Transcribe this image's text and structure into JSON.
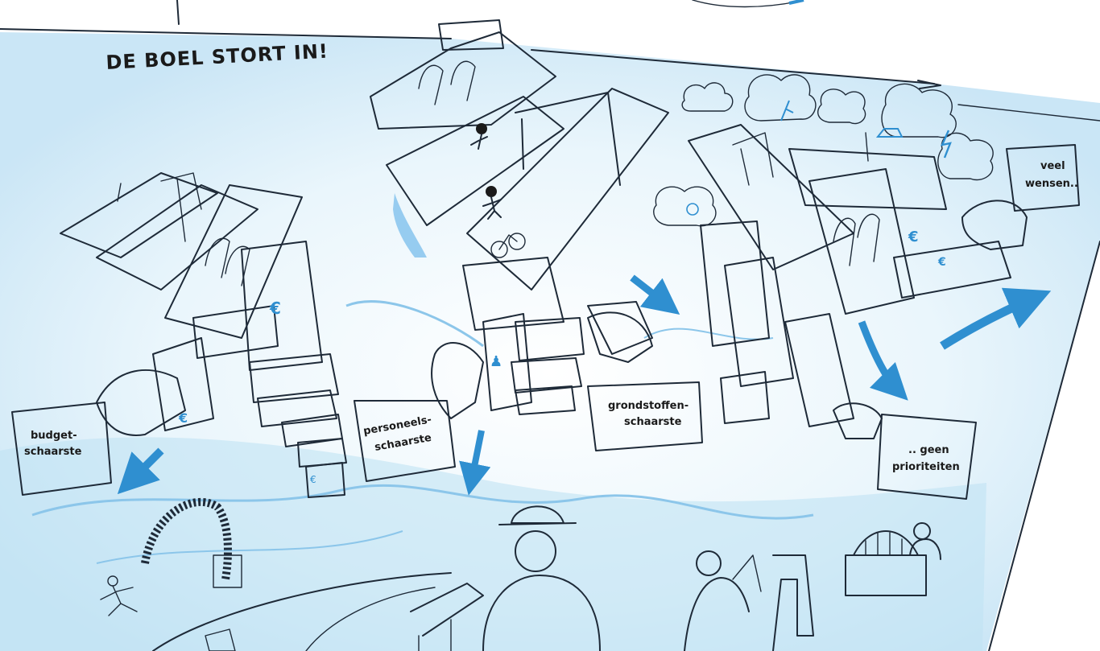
{
  "title": "DE BOEL STORT IN!",
  "labels": {
    "budget_line1": "budget-",
    "budget_line2": "schaarste",
    "personeel_line1": "personeels-",
    "personeel_line2": "schaarste",
    "grondstoffen_line1": "grondstoffen-",
    "grondstoffen_line2": "schaarste",
    "wensen_line1": "veel",
    "wensen_line2": "wensen..",
    "prioriteiten_line1": ".. geen",
    "prioriteiten_line2": "prioriteiten"
  },
  "colors": {
    "water": "#cfe9f6",
    "accent_blue": "#2f8fd0",
    "block_purple": "#a98ad6",
    "block_teal": "#6fd3c9",
    "block_blue": "#5b8ee0",
    "ink": "#1e2a38"
  }
}
